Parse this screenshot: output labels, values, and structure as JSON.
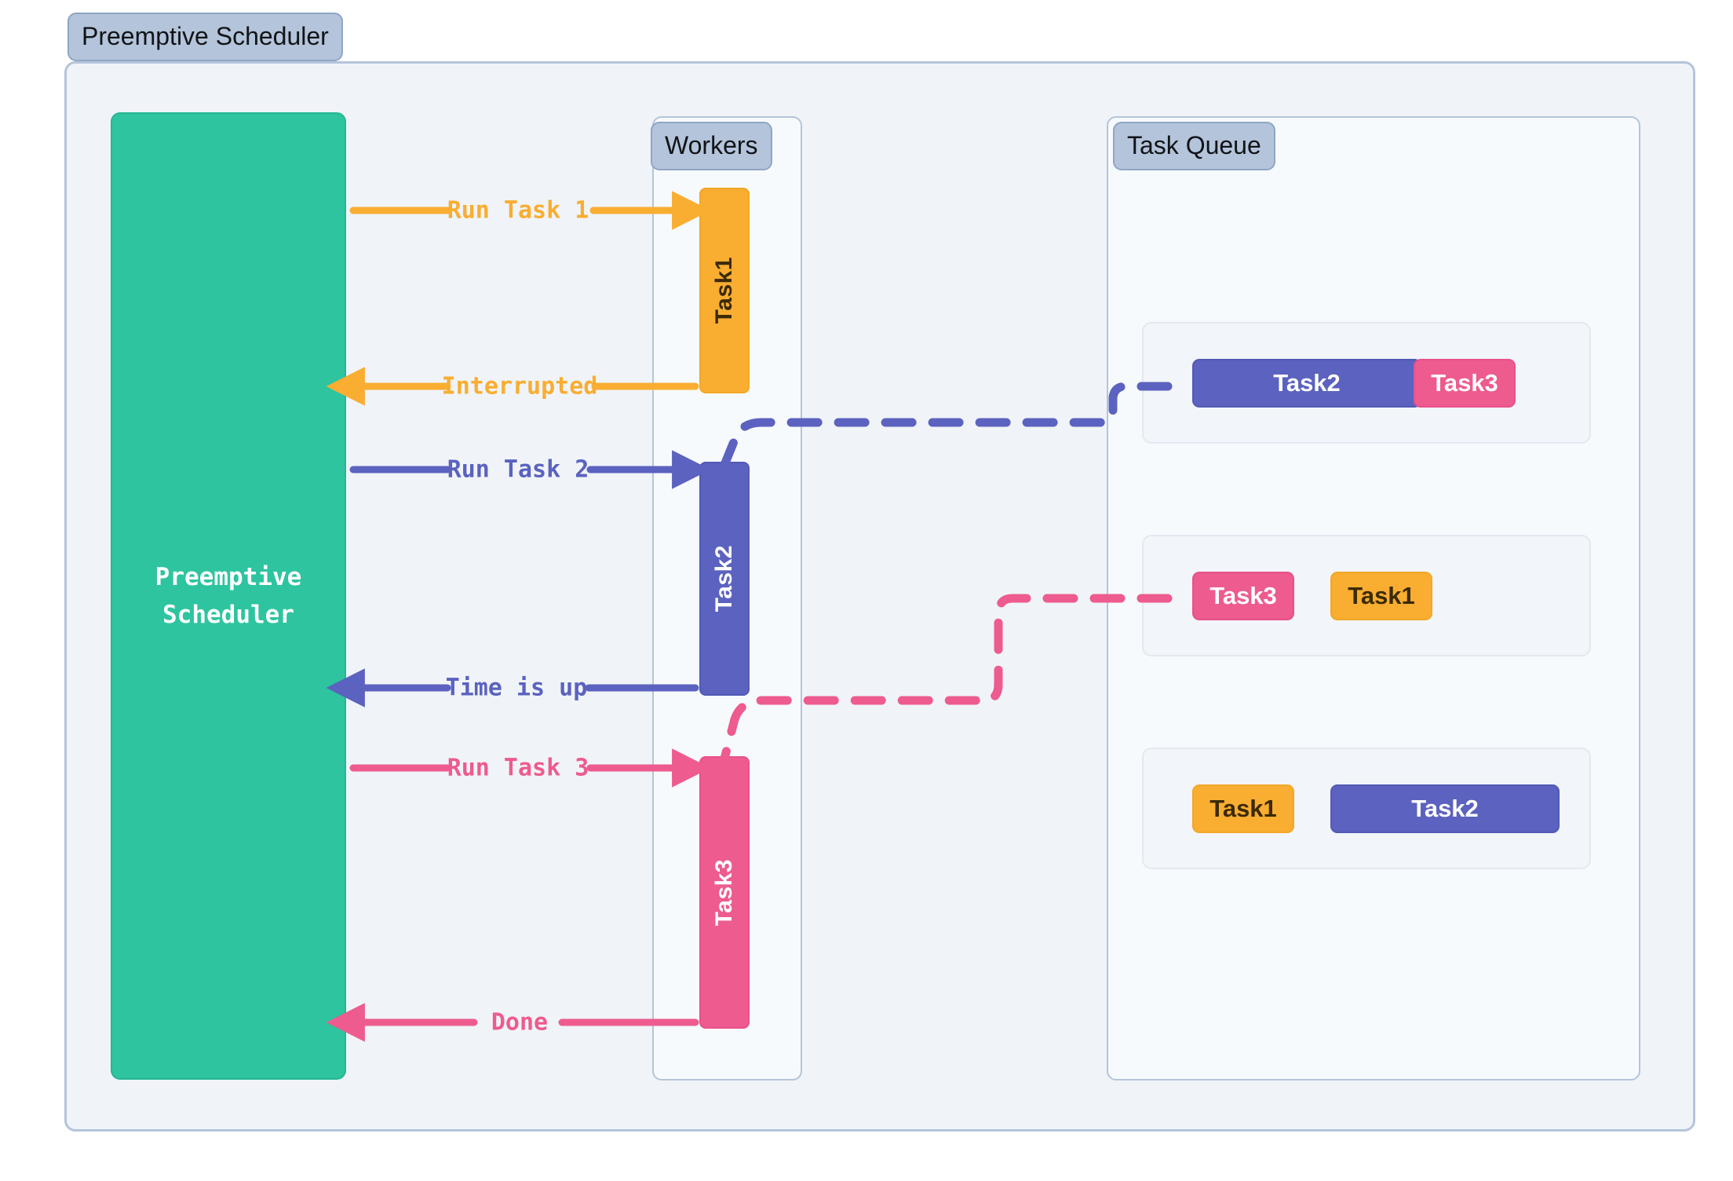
{
  "diagram": {
    "title": "Preemptive Scheduler",
    "colors": {
      "orange": "#f9ad31",
      "blue": "#5b62bf",
      "pink": "#ee5b8e",
      "green": "#2ec4a0",
      "frame_border": "#b4c4da",
      "frame_fill": "#f0f4f8",
      "badge_fill": "#b4c4da"
    },
    "scheduler": {
      "label": "Preemptive\nScheduler"
    },
    "workers": {
      "title": "Workers",
      "bars": [
        {
          "label": "Task1",
          "color": "#f9ad31",
          "text_color": "#3b2a05"
        },
        {
          "label": "Task2",
          "color": "#5b62bf",
          "text_color": "#ffffff"
        },
        {
          "label": "Task3",
          "color": "#ee5b8e",
          "text_color": "#ffffff"
        }
      ]
    },
    "queue": {
      "title": "Task Queue",
      "rows": [
        {
          "items": [
            {
              "label": "Task2",
              "color": "blue"
            },
            {
              "label": "Task3",
              "color": "pink"
            }
          ]
        },
        {
          "items": [
            {
              "label": "Task3",
              "color": "pink"
            },
            {
              "label": "Task1",
              "color": "orange"
            }
          ]
        },
        {
          "items": [
            {
              "label": "Task1",
              "color": "orange"
            },
            {
              "label": "Task2",
              "color": "blue"
            }
          ]
        }
      ]
    },
    "messages": [
      {
        "label": "Run Task 1",
        "color": "#f9ad31",
        "direction": "right"
      },
      {
        "label": "Interrupted",
        "color": "#f9ad31",
        "direction": "left"
      },
      {
        "label": "Run Task 2",
        "color": "#5b62bf",
        "direction": "right"
      },
      {
        "label": "Time is up",
        "color": "#5b62bf",
        "direction": "left"
      },
      {
        "label": "Run Task 3",
        "color": "#ee5b8e",
        "direction": "right"
      },
      {
        "label": "Done",
        "color": "#ee5b8e",
        "direction": "left"
      }
    ]
  }
}
